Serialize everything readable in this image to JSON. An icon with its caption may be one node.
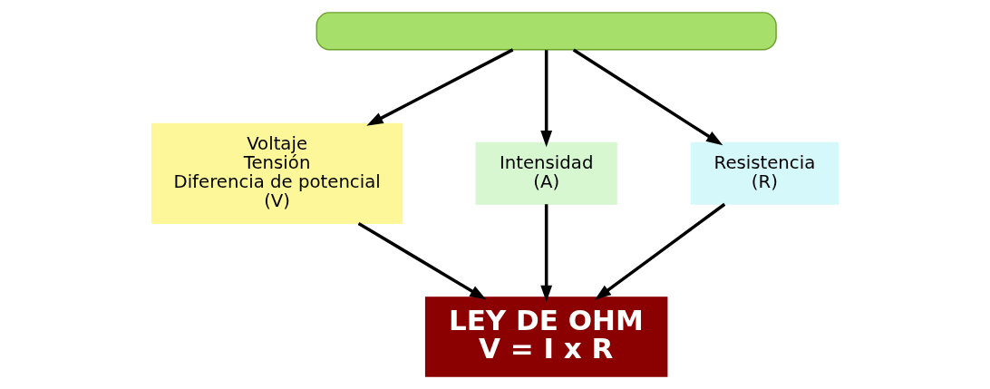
{
  "diagram": {
    "nodes": [
      {
        "text": [],
        "shape": "box"
      },
      {
        "text": [
          "Voltaje",
          "Tensión",
          "Diferencia de potencial",
          "(V)"
        ]
      },
      {
        "text": [
          "Intensidad",
          "(A)"
        ]
      },
      {
        "text": [
          "Resistencia",
          "(R)"
        ]
      },
      {
        "text": [
          "LEY DE OHM",
          "V = I x R"
        ]
      }
    ],
    "edges": [
      {
        "from": 0,
        "to": 1,
        "arrow": "to"
      },
      {
        "from": 0,
        "to": 2,
        "arrow": "to"
      },
      {
        "from": 0,
        "to": 3,
        "arrow": "to"
      },
      {
        "from": 1,
        "to": 4,
        "arrow": "to"
      },
      {
        "from": 2,
        "to": 4,
        "arrow": "to"
      },
      {
        "from": 3,
        "to": 4,
        "arrow": "to"
      }
    ]
  }
}
